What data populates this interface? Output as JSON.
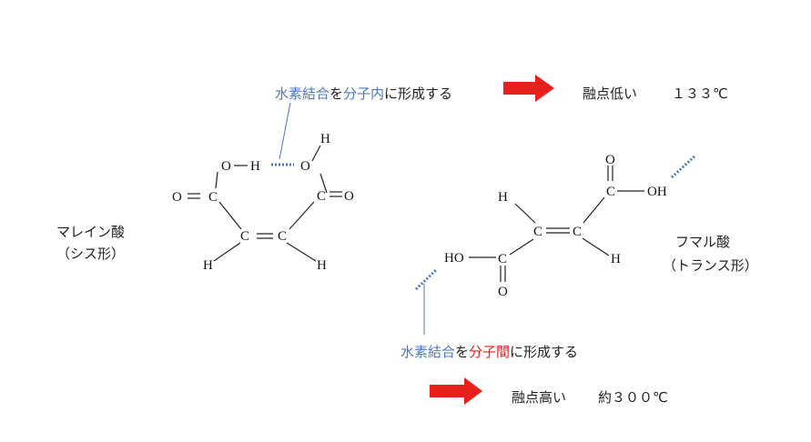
{
  "maleic": {
    "note": {
      "part1": "水素結合",
      "part2": "を",
      "part3": "分子内",
      "part4": "に形成する"
    },
    "property": {
      "label": "融点低い",
      "value": "１３３℃"
    },
    "name": "マレイン酸",
    "form": "（シス形）",
    "atoms": {
      "o_hydroxyl": "O",
      "h_hydroxyl": "H",
      "o_carbonyl": "O",
      "c_left": "C",
      "c_right": "C",
      "o_double_right": "O",
      "o_ring_right": "O",
      "h_top": "H",
      "c_ene_left": "C",
      "c_ene_right": "C",
      "h_bottom_left": "H",
      "h_bottom_right": "H"
    }
  },
  "fumaric": {
    "note": {
      "part1": "水素結合",
      "part2": "を",
      "part3": "分子間",
      "part4": "に形成する"
    },
    "property": {
      "label": "融点高い",
      "value": "約３００℃"
    },
    "name": "フマル酸",
    "form": "（トランス形）",
    "atoms": {
      "o_top": "O",
      "c_top": "C",
      "oh_top": "OH",
      "h_left_top": "H",
      "c_ene_left": "C",
      "c_ene_right": "C",
      "h_right_bottom": "H",
      "ho_bottom": "HO",
      "c_bottom": "C",
      "o_bottom": "O"
    }
  },
  "colors": {
    "accent_blue": "#4a78c0",
    "arrow_red": "#e8201c",
    "dotted_blue": "#4a78c0"
  }
}
